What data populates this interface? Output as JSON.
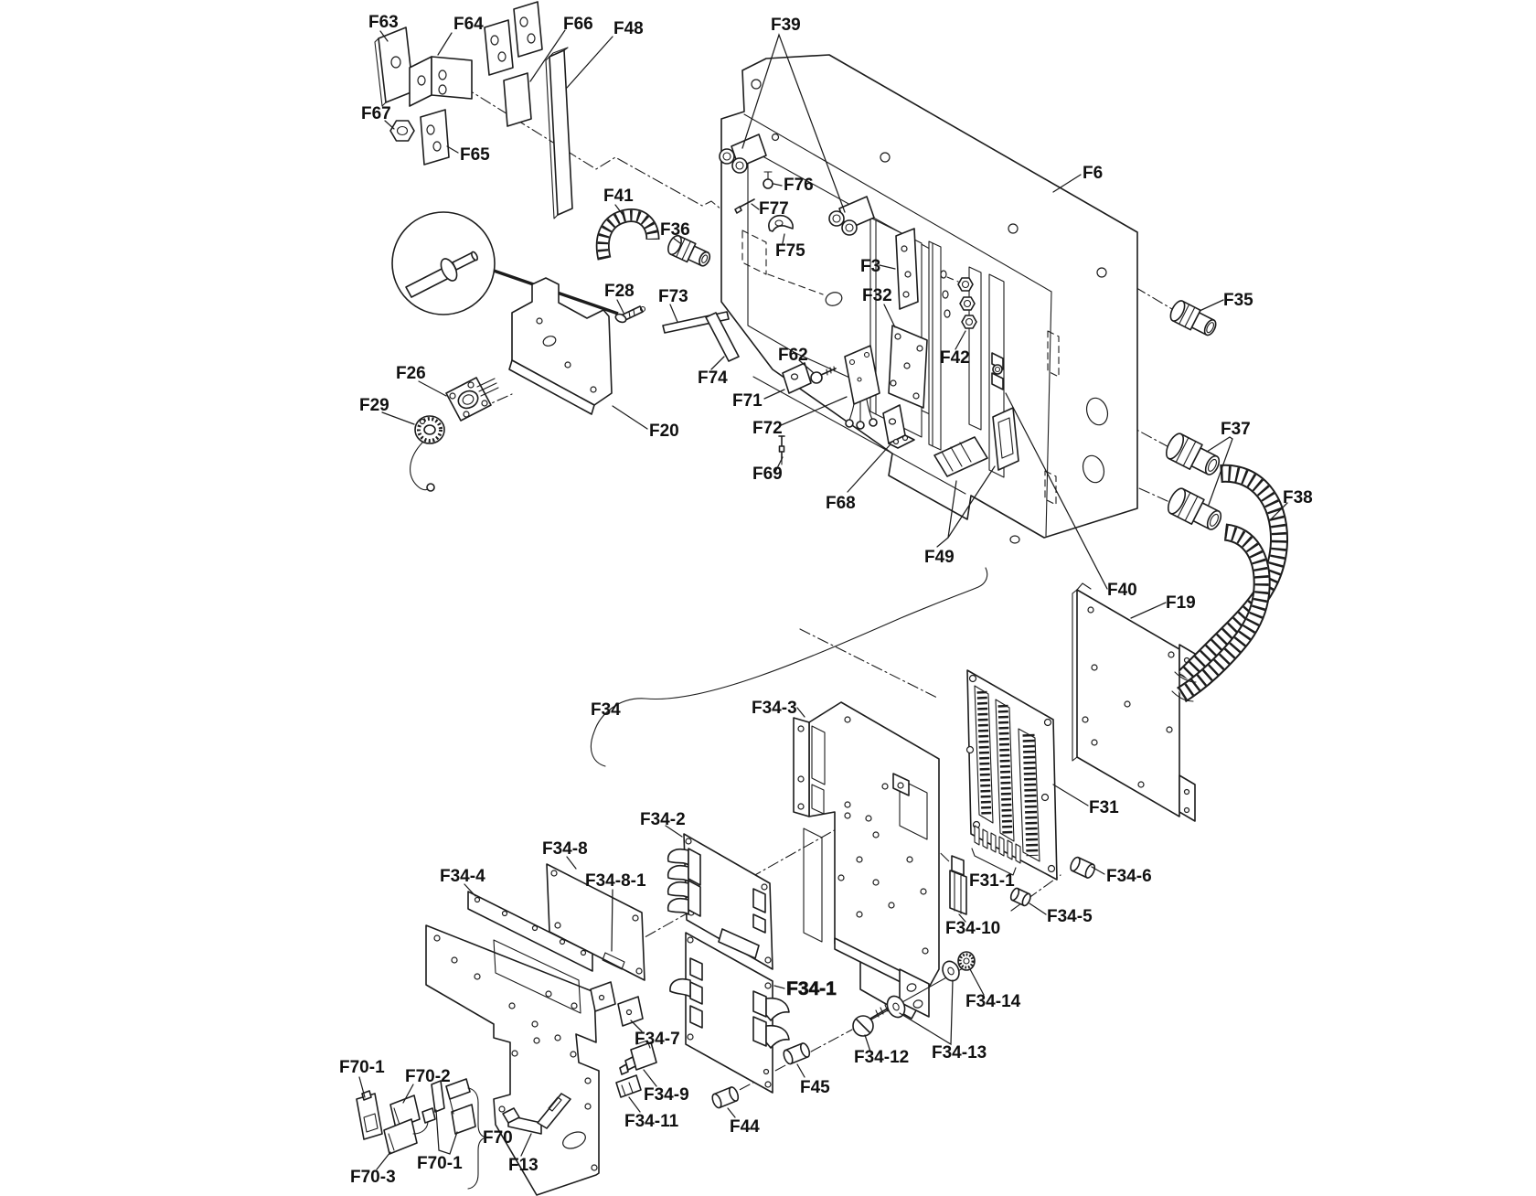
{
  "page": {
    "background": "#ffffff",
    "line_color": "#1c1c1c",
    "label_color": "#111111"
  },
  "labels": {
    "f63": "F63",
    "f64": "F64",
    "f66": "F66",
    "f48": "F48",
    "f39": "F39",
    "f67": "F67",
    "f65": "F65",
    "f76": "F76",
    "f77": "F77",
    "f6": "F6",
    "f41": "F41",
    "f36": "F36",
    "f75": "F75",
    "f3": "F3",
    "f28": "F28",
    "f32": "F32",
    "f73": "F73",
    "f35": "F35",
    "f42": "F42",
    "f26": "F26",
    "f62": "F62",
    "f74": "F74",
    "f29": "F29",
    "f71": "F71",
    "f72": "F72",
    "f20": "F20",
    "f37": "F37",
    "f69": "F69",
    "f38": "F38",
    "f68": "F68",
    "f40": "F40",
    "f19": "F19",
    "f49": "F49",
    "f34": "F34",
    "f34_3": "F34-3",
    "f31": "F31",
    "f34_2": "F34-2",
    "f34_8": "F34-8",
    "f34_8_1": "F34-8-1",
    "f34_4": "F34-4",
    "f31_1": "F31-1",
    "f34_6": "F34-6",
    "f34_10": "F34-10",
    "f34_5": "F34-5",
    "f34_14": "F34-14",
    "f34_1": "F34-1",
    "f34_7": "F34-7",
    "f34_12": "F34-12",
    "f34_13": "F34-13",
    "f34_9": "F34-9",
    "f45": "F45",
    "f34_11": "F34-11",
    "f70_1a": "F70-1",
    "f70_2": "F70-2",
    "f44": "F44",
    "f70": "F70",
    "f70_1b": "F70-1",
    "f70_3": "F70-3",
    "f13": "F13"
  }
}
